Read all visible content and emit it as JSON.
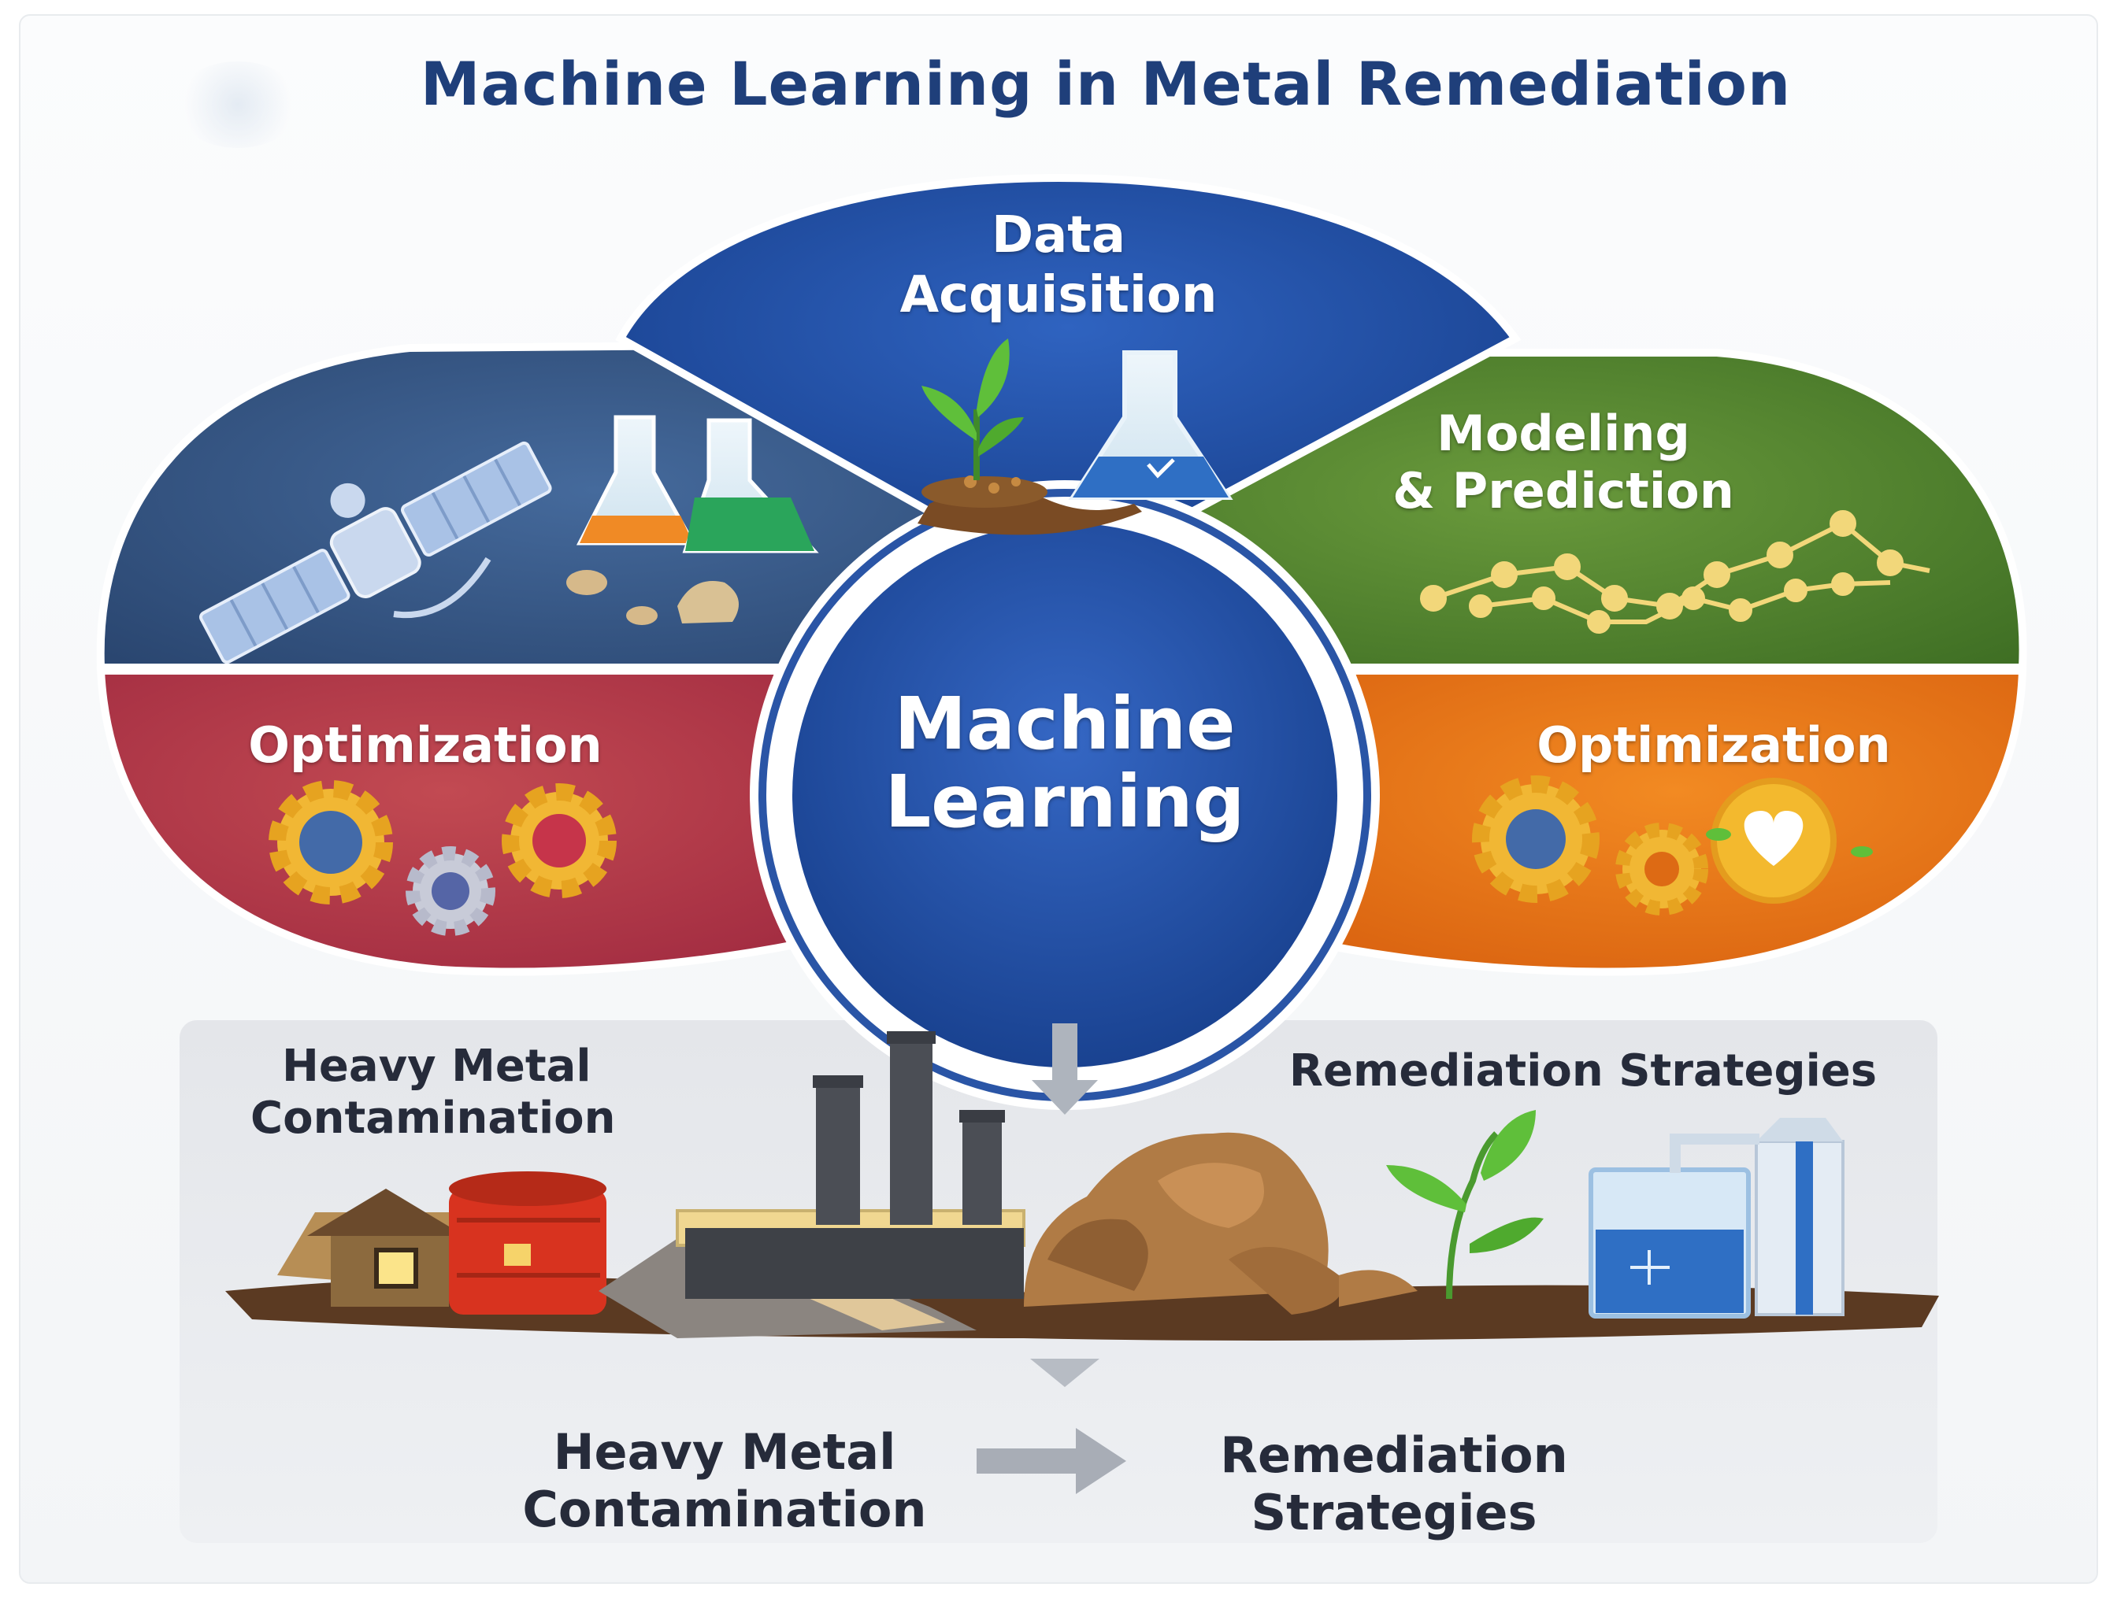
{
  "title": "Machine Learning in Metal Remediation",
  "center": {
    "line1": "Machine",
    "line2": "Learning"
  },
  "segments": {
    "top": {
      "line1": "Data",
      "line2": "Acquisition",
      "color": "#1d4a9c"
    },
    "upper_left": {
      "color": "#33527f"
    },
    "upper_right": {
      "line1": "Modeling",
      "line2": "& Prediction",
      "color": "#4b7d2c"
    },
    "lower_left": {
      "label": "Optimization",
      "color": "#b42f46"
    },
    "lower_right": {
      "label": "Optimization",
      "color": "#dd6a14"
    }
  },
  "bottom": {
    "scene_left_label": {
      "line1": "Heavy Metal",
      "line2": "Contamination"
    },
    "scene_right_label": "Remediation Strategies",
    "flow_left": {
      "line1": "Heavy Metal",
      "line2": "Contamination"
    },
    "flow_right": {
      "line1": "Remediation",
      "line2": "Strategies"
    }
  },
  "icons": [
    "satellite-icon",
    "flask-icon",
    "rock-icon",
    "seedling-icon",
    "gear-icon",
    "line-graph-icon",
    "factory-icon",
    "house-icon",
    "barrel-icon",
    "water-tank-icon",
    "heart-badge-icon",
    "arrow-down-icon",
    "arrow-right-icon"
  ]
}
